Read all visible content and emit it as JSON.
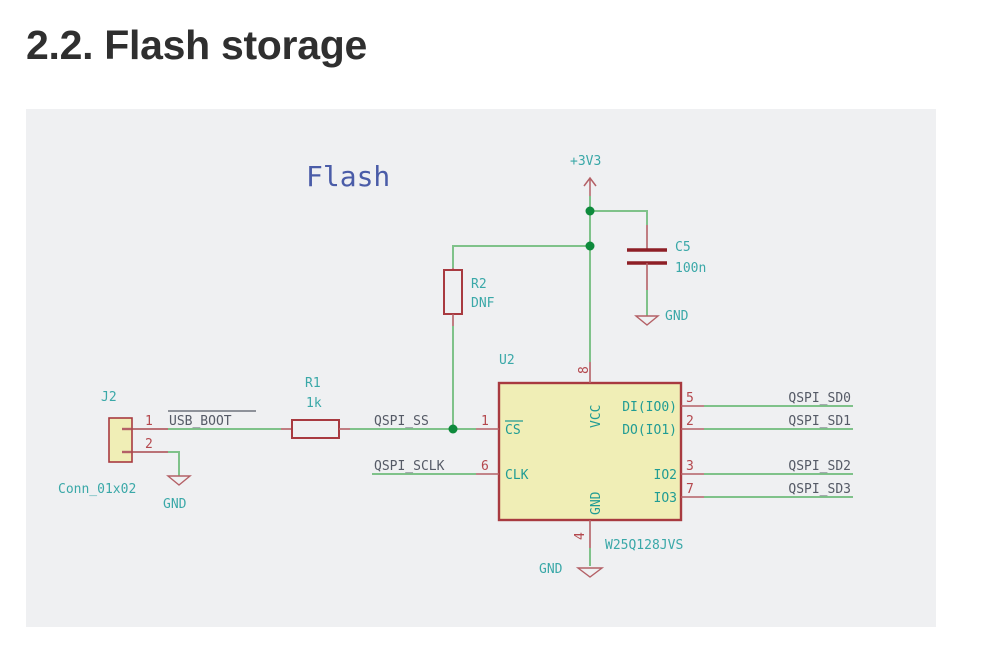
{
  "page": {
    "heading": "2.2. Flash storage"
  },
  "schematic": {
    "title": "Flash",
    "power": {
      "net": "+3V3"
    },
    "gnd_label": "GND",
    "capacitor": {
      "ref": "C5",
      "value": "100n"
    },
    "r2": {
      "ref": "R2",
      "value": "DNF"
    },
    "r1": {
      "ref": "R1",
      "value": "1k"
    },
    "connector": {
      "ref": "J2",
      "value": "Conn_01x02",
      "pin1": "1",
      "pin2": "2"
    },
    "usb_boot_net": "USB_BOOT",
    "ic": {
      "ref": "U2",
      "part": "W25Q128JVS",
      "pins": {
        "cs": {
          "number": "1",
          "name": "CS"
        },
        "clk": {
          "number": "6",
          "name": "CLK"
        },
        "vcc": {
          "number": "8",
          "name": "VCC"
        },
        "gnd": {
          "number": "4",
          "name": "GND"
        },
        "di": {
          "number": "5",
          "name": "DI(IO0)"
        },
        "do": {
          "number": "2",
          "name": "DO(IO1)"
        },
        "io2": {
          "number": "3",
          "name": "IO2"
        },
        "io3": {
          "number": "7",
          "name": "IO3"
        }
      }
    },
    "nets": {
      "ss": "QSPI_SS",
      "sclk": "QSPI_SCLK",
      "sd0": "QSPI_SD0",
      "sd1": "QSPI_SD1",
      "sd2": "QSPI_SD2",
      "sd3": "QSPI_SD3"
    }
  }
}
